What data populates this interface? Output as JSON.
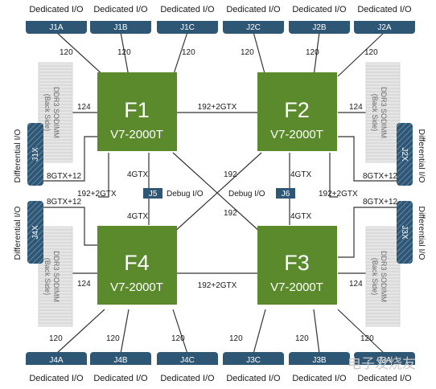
{
  "io_label": "Dedicated I/O",
  "top_connectors": [
    "J1A",
    "J1B",
    "J1C",
    "J2C",
    "J2B",
    "J2A"
  ],
  "bottom_connectors": [
    "J4A",
    "J4B",
    "J4C",
    "J3C",
    "J3B",
    "J3A"
  ],
  "fpgas": [
    {
      "name": "F1",
      "part": "V7-2000T"
    },
    {
      "name": "F2",
      "part": "V7-2000T"
    },
    {
      "name": "F4",
      "part": "V7-2000T"
    },
    {
      "name": "F3",
      "part": "V7-2000T"
    }
  ],
  "sodimm": {
    "line1": "DDR3 SODIMM",
    "line2": "(Back Side)"
  },
  "differential": {
    "label": "Differential I/O",
    "connectors": [
      "J1X",
      "J4X",
      "J2X",
      "J3X"
    ]
  },
  "debug": {
    "label": "Debug I/O",
    "connectors": [
      "J5",
      "J6"
    ]
  },
  "labels": {
    "l120": "120",
    "l124": "124",
    "l192": "192",
    "l192gtx": "192+2GTX",
    "l4gtx": "4GTX",
    "l8gtx": "8GTX+12"
  },
  "colors": {
    "fpga": "#5a8a2c",
    "connector": "#2e5775",
    "sodimm": "#e6e6e6",
    "line": "#333333"
  },
  "watermark": "电子发烧友"
}
